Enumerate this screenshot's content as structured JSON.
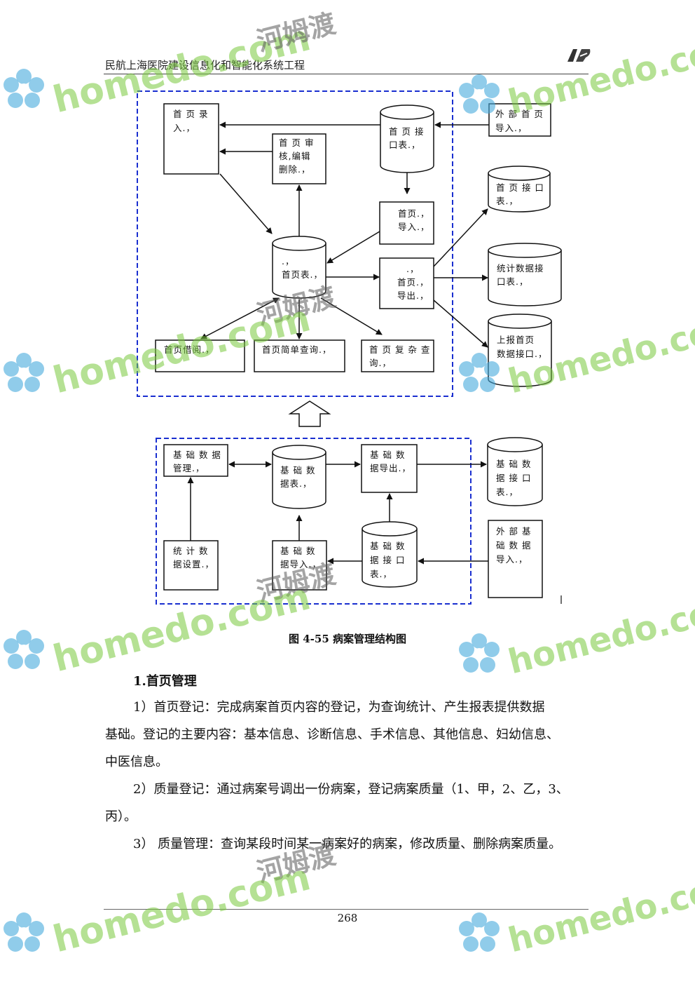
{
  "header": {
    "title": "民航上海医院建设信息化和智能化系统工程"
  },
  "diagram": {
    "top_group": {
      "shou_ye_lu_ru": [
        "首 页 录",
        "入.，"
      ],
      "shou_ye_shen_he": [
        "首 页 审",
        "核,编辑",
        "删除.，"
      ],
      "shou_ye_jie_kou_biao": [
        "首 页 接",
        "口表.，"
      ],
      "wai_bu_shou_ye": [
        "外 部 首 页",
        "导入.，"
      ],
      "shou_ye_dao_ru": [
        "首页.，",
        "导入.，"
      ],
      "shou_ye_biao": [
        ".，",
        "首页表.，"
      ],
      "shou_ye_dao_chu": [
        ".，",
        "首页.，",
        "导出.，"
      ],
      "shou_ye_jie_kou_biao_out": [
        "首 页 接 口",
        "表.，"
      ],
      "tong_ji_jie_kou_biao": [
        "统计数据接",
        "口表.，"
      ],
      "shang_bao_jie_kou": [
        "上报首页",
        "数据接口.，"
      ],
      "shou_ye_jie_yue": [
        "首页借阅.，"
      ],
      "shou_ye_jian_dan_cha_xun": [
        "首页简单查询.，"
      ],
      "shou_ye_fu_za_cha_xun": [
        "首 页 复 杂 查",
        "询.，"
      ]
    },
    "bottom_group": {
      "ji_chu_shu_ju_guan_li": [
        "基 础 数 据",
        "管理.，"
      ],
      "ji_chu_shu_ju_biao": [
        "基 础 数",
        "据表.，"
      ],
      "ji_chu_shu_ju_dao_chu": [
        "基 础 数",
        "据导出.，"
      ],
      "ji_chu_shu_ju_jie_kou_biao_out": [
        "基 础 数",
        "据 接 口",
        "表.，"
      ],
      "tong_ji_shu_ju_she_zhi": [
        "统 计 数",
        "据设置.，"
      ],
      "ji_chu_shu_ju_dao_ru": [
        "基 础 数",
        "据导入.，"
      ],
      "ji_chu_shu_ju_jie_kou_biao": [
        "基 础 数",
        "据 接 口",
        "表.，"
      ],
      "wai_bu_ji_chu_shu_ju": [
        "外 部 基",
        "础 数 据",
        "导入.，"
      ]
    }
  },
  "caption": "图 4-55 病案管理结构图",
  "section": {
    "heading": "1.首页管理",
    "p1": [
      "1）首页登记：完成病案首页内容的登记，为查询统计、产生报表提供数据",
      "基础。登记的主要内容：基本信息、诊断信息、手术信息、其他信息、妇幼信息、",
      "中医信息。"
    ],
    "p2": [
      "2）质量登记：通过病案号调出一份病案，登记病案质量（1、甲，2、乙，3、",
      "丙）。"
    ],
    "p3": [
      "3） 质量管理：查询某段时间某一病案好的病案，修改质量、删除病案质量。"
    ]
  },
  "footer": {
    "page_number": "268"
  },
  "watermark": {
    "latin": "homedo.com",
    "cn": "河姆渡"
  }
}
